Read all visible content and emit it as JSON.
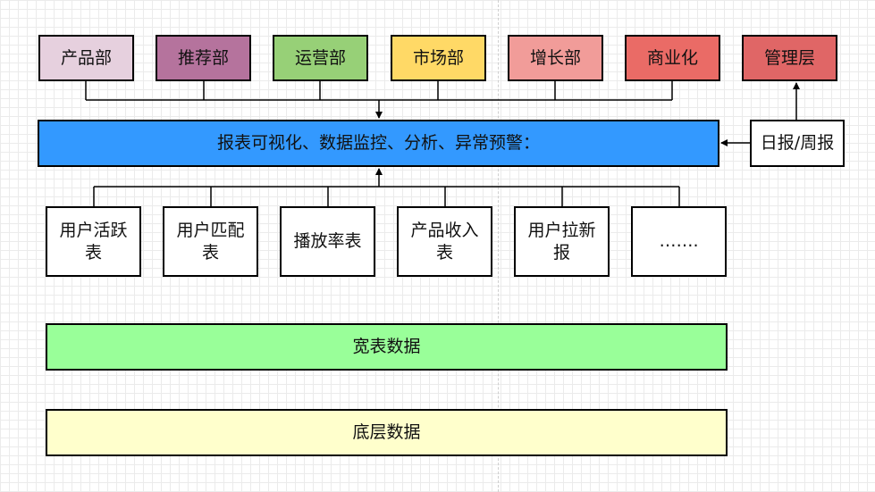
{
  "colors": {
    "product": "#e6d0de",
    "recommend": "#b5739d",
    "operations": "#97d077",
    "market": "#ffd966",
    "growth": "#f19c99",
    "commercial": "#ea6b66",
    "management": "#e06666",
    "viz_bar": "#3399ff",
    "wide_data": "#99ff99",
    "base_data": "#ffffcc"
  },
  "departments": [
    {
      "label": "产品部"
    },
    {
      "label": "推荐部"
    },
    {
      "label": "运营部"
    },
    {
      "label": "市场部"
    },
    {
      "label": "增长部"
    },
    {
      "label": "商业化"
    }
  ],
  "management": {
    "label": "管理层"
  },
  "visualization": {
    "label": "报表可视化、数据监控、分析、异常预警："
  },
  "periodic_reports": {
    "label": "日报/周报"
  },
  "reports": [
    {
      "label": "用户活跃表"
    },
    {
      "label": "用户匹配表"
    },
    {
      "label": "播放率表"
    },
    {
      "label": "产品收入表"
    },
    {
      "label": "用户拉新报"
    },
    {
      "label": "……."
    }
  ],
  "wide_data": {
    "label": "宽表数据"
  },
  "base_data": {
    "label": "底层数据"
  }
}
